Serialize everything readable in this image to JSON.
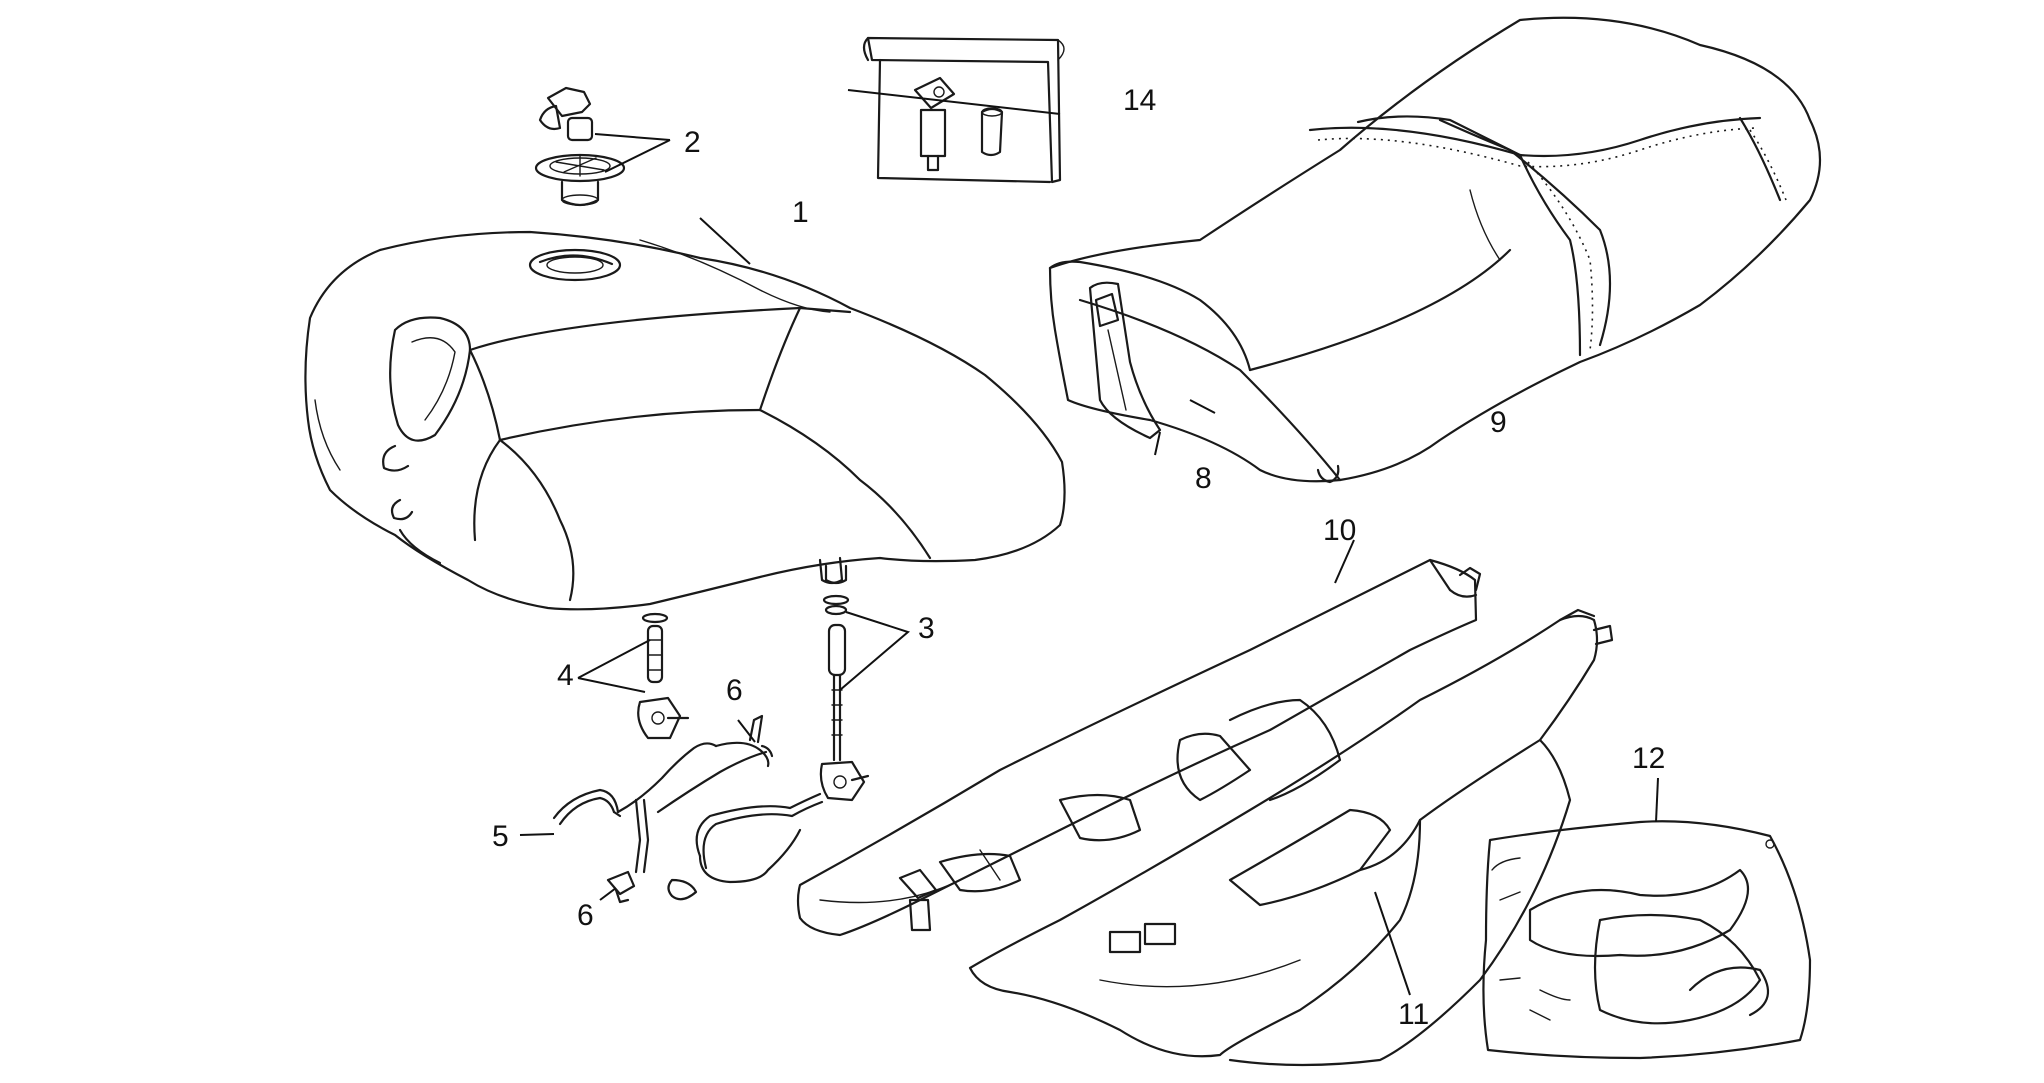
{
  "callouts": [
    {
      "id": "1",
      "text": "1"
    },
    {
      "id": "2",
      "text": "2"
    },
    {
      "id": "3",
      "text": "3"
    },
    {
      "id": "4",
      "text": "4"
    },
    {
      "id": "5",
      "text": "5"
    },
    {
      "id": "6a",
      "text": "6"
    },
    {
      "id": "6b",
      "text": "6"
    },
    {
      "id": "8",
      "text": "8"
    },
    {
      "id": "9",
      "text": "9"
    },
    {
      "id": "10",
      "text": "10"
    },
    {
      "id": "11",
      "text": "11"
    },
    {
      "id": "12",
      "text": "12"
    },
    {
      "id": "14",
      "text": "14"
    }
  ]
}
